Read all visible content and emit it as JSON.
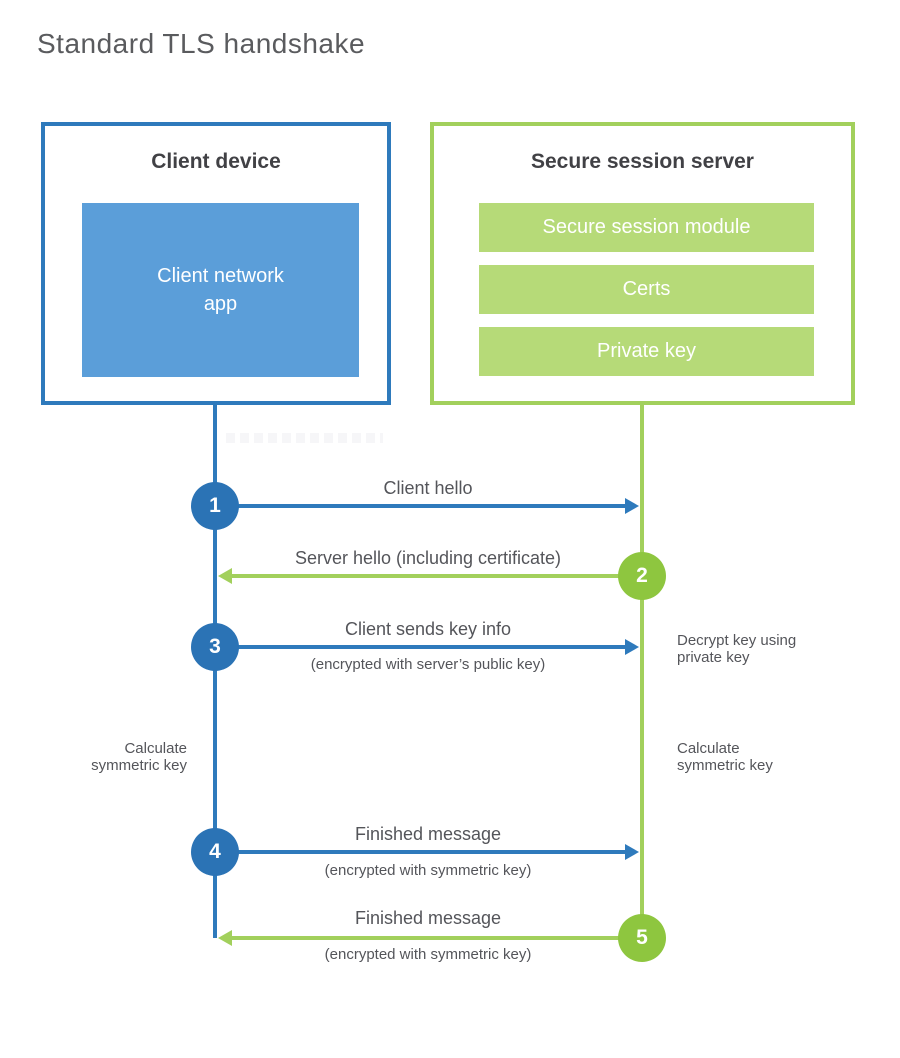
{
  "page": {
    "title": "Standard TLS handshake"
  },
  "client": {
    "title": "Client device",
    "app_label": "Client network\napp"
  },
  "server": {
    "title": "Secure session server",
    "modules": [
      "Secure session module",
      "Certs",
      "Private key"
    ]
  },
  "steps": [
    {
      "number": "1",
      "label": "Client hello",
      "direction": "client-to-server"
    },
    {
      "number": "2",
      "label": "Server hello (including certificate)",
      "direction": "server-to-client"
    },
    {
      "number": "3",
      "label": "Client sends key info",
      "sublabel": "(encrypted with server’s public key)",
      "direction": "client-to-server"
    },
    {
      "number": "4",
      "label": "Finished message",
      "sublabel": "(encrypted with symmetric key)",
      "direction": "client-to-server"
    },
    {
      "number": "5",
      "label": "Finished message",
      "sublabel": "(encrypted with symmetric key)",
      "direction": "server-to-client"
    }
  ],
  "annotations": {
    "decrypt": "Decrypt key using\nprivate key",
    "calc_left": "Calculate\nsymmetric key",
    "calc_right": "Calculate\nsymmetric key"
  },
  "colors": {
    "blue": "#2e7abc",
    "blue_circle": "#2b73b5",
    "blue_fill": "#5b9ed9",
    "green": "#a2d05c",
    "green_circle": "#8ec63f",
    "green_fill": "#b6da78",
    "text_dark": "#414145",
    "text_gray": "#54555a",
    "title_gray": "#5a5b5e"
  }
}
